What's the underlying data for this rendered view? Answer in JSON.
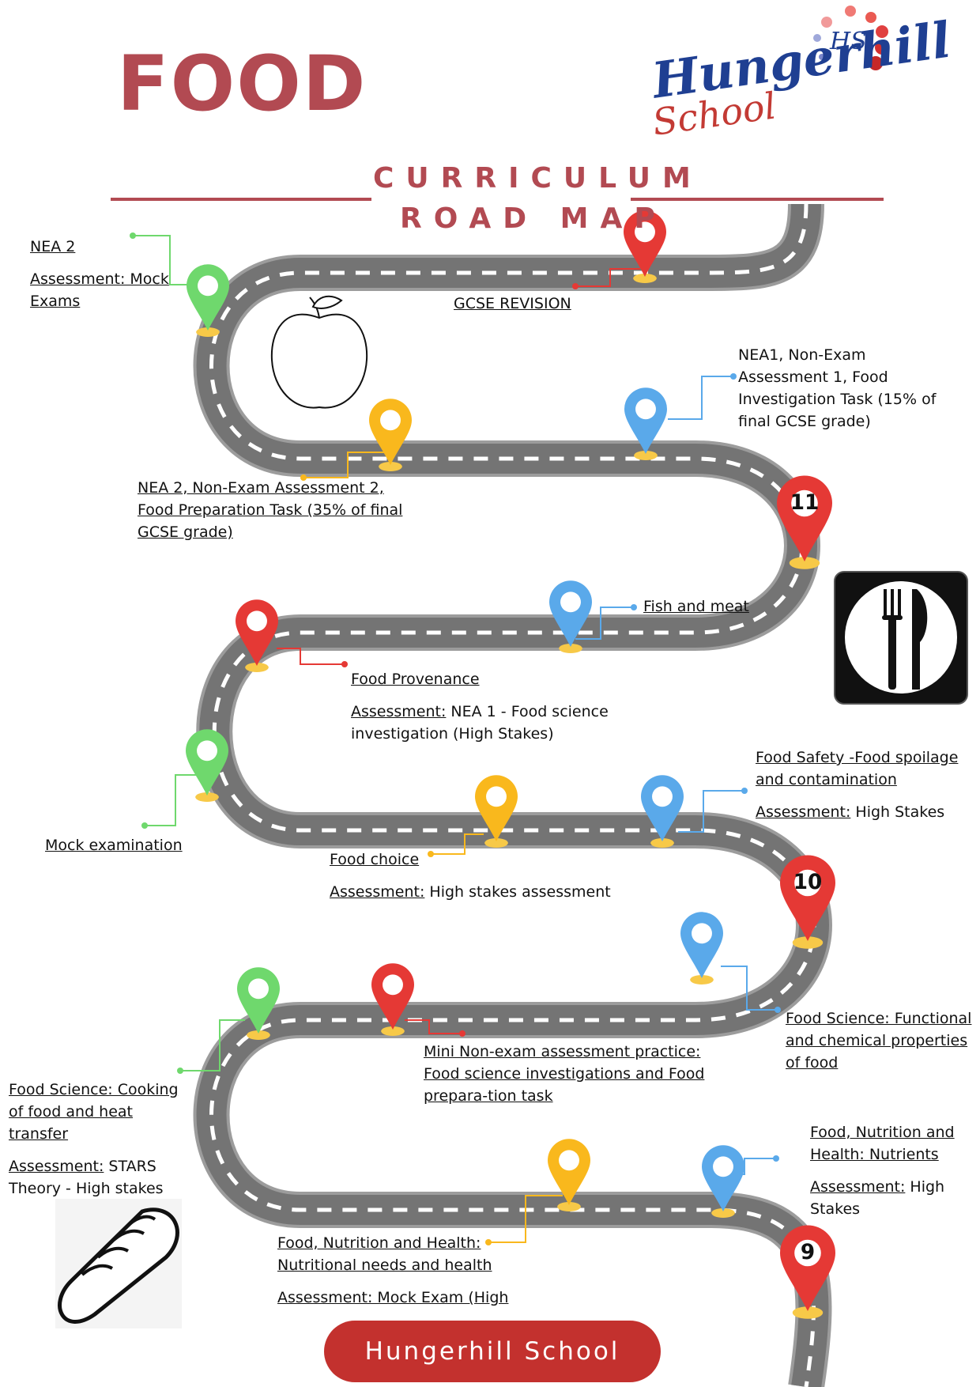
{
  "header": {
    "subject": "FOOD",
    "curriculum_line1": "CURRICULUM",
    "curriculum_line2": "ROAD MAP",
    "accent": "#b24a52"
  },
  "logo": {
    "monogram": "HS",
    "word1": "Hungerhill",
    "word2": "School"
  },
  "colors": {
    "road": "#747474",
    "road_edge": "#9c9c9c",
    "dash": "#ffffff",
    "red": "#e53935",
    "blue": "#5aa9ea",
    "green": "#6fd86d",
    "yellow": "#f9b81d"
  },
  "milestones": {
    "year11": "11",
    "year10": "10",
    "year9": "9"
  },
  "labels": {
    "nea2_mock": {
      "line1": "NEA 2",
      "line2": "Assessment: Mock Exams"
    },
    "gcse_revision": {
      "line1": "GCSE REVISION"
    },
    "nea1": {
      "line1": "NEA1, Non-Exam  Assessment 1, Food Investigation Task (15% of final GCSE grade)"
    },
    "nea2": {
      "line1": "NEA 2, Non-Exam Assessment 2, Food Preparation Task (35% of final GCSE grade)"
    },
    "fish_meat": {
      "line1": "Fish and meat"
    },
    "food_provenance": {
      "line1": "Food Provenance",
      "prefix": "Assessment:",
      "rest": " NEA 1 - Food science investigation (High Stakes)"
    },
    "mock_exam": {
      "line1": "Mock examination"
    },
    "food_safety": {
      "line1": "Food Safety -Food spoilage and contamination",
      "prefix": "Assessment:",
      "rest": " High Stakes"
    },
    "food_choice": {
      "line1": "Food choice",
      "prefix": "Assessment:",
      "rest": " High stakes assessment"
    },
    "functional": {
      "line1": "Food Science: Functional and chemical properties of food"
    },
    "mini_nea": {
      "line1": "Mini  Non-exam assessment practice: Food science investigations and Food prepara-tion task"
    },
    "cooking": {
      "line1": "Food Science: Cooking of food and heat transfer",
      "prefix": "Assessment:",
      "rest": " STARS Theory - High stakes"
    },
    "nutrients": {
      "line1": "Food, Nutrition and Health:  Nutrients",
      "prefix": "Assessment:",
      "rest": " High Stakes"
    },
    "nutritional_needs": {
      "line1": "Food, Nutrition and Health: Nutritional needs and health",
      "line2": "Assessment: Mock Exam (High"
    }
  },
  "icons": [
    "apple-icon",
    "cutlery-icon",
    "bread-icon"
  ],
  "footer": {
    "label": "Hungerhill School"
  }
}
